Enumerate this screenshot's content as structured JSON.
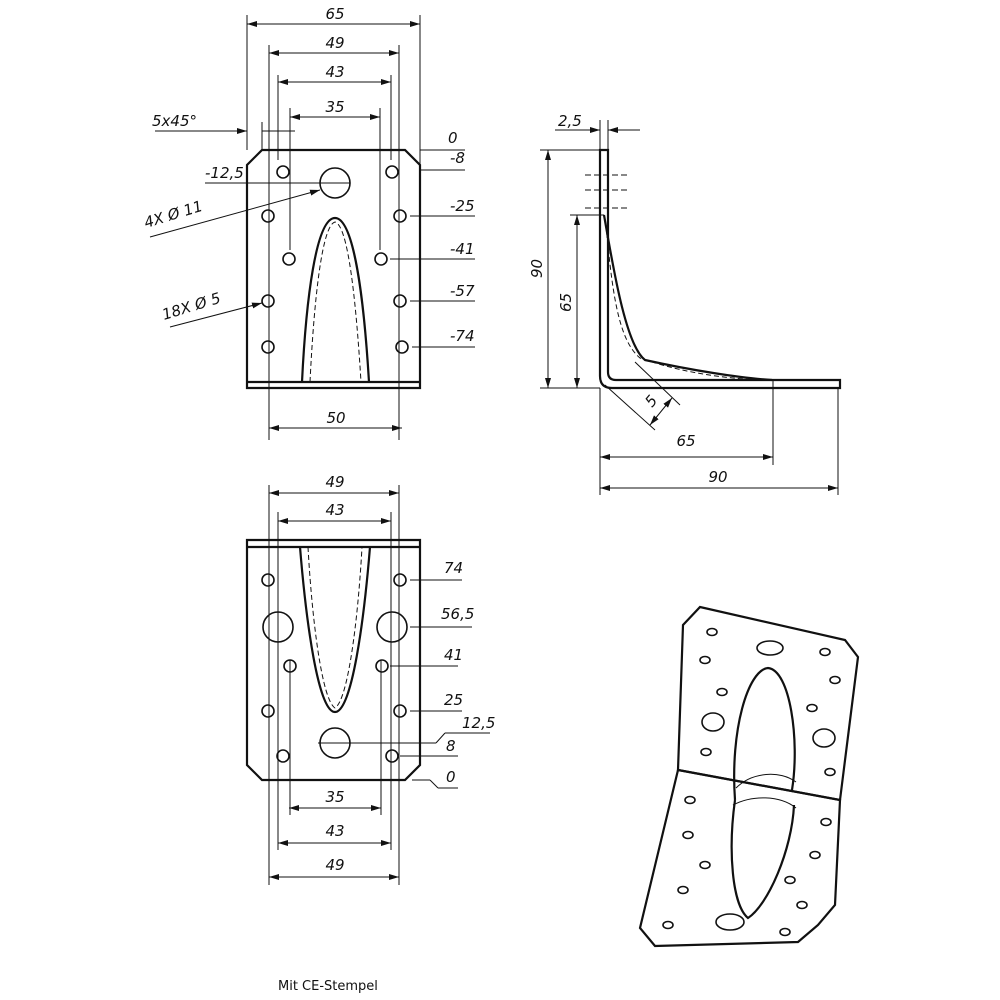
{
  "top_view": {
    "dim_65": "65",
    "dim_49": "49",
    "dim_43": "43",
    "dim_35": "35",
    "chamfer": "5x45°",
    "dim_50": "50",
    "level_0": "0",
    "level_m8": "-8",
    "level_m12_5": "-12,5",
    "level_m25": "-25",
    "level_m41": "-41",
    "level_m57": "-57",
    "level_m74": "-74",
    "large_holes": "4X Ø 11",
    "small_holes": "18X Ø 5"
  },
  "side_view": {
    "thickness": "2,5",
    "height_90": "90",
    "height_65": "65",
    "rib": "5",
    "width_65": "65",
    "width_90": "90"
  },
  "bottom_view": {
    "dim_49_top": "49",
    "dim_43_top": "43",
    "dim_35": "35",
    "dim_43_bottom": "43",
    "dim_49_bottom": "49",
    "level_74": "74",
    "level_56_5": "56,5",
    "level_41": "41",
    "level_25": "25",
    "level_12_5": "12,5",
    "level_8": "8",
    "level_0": "0"
  },
  "caption": "Mit CE-Stempel"
}
